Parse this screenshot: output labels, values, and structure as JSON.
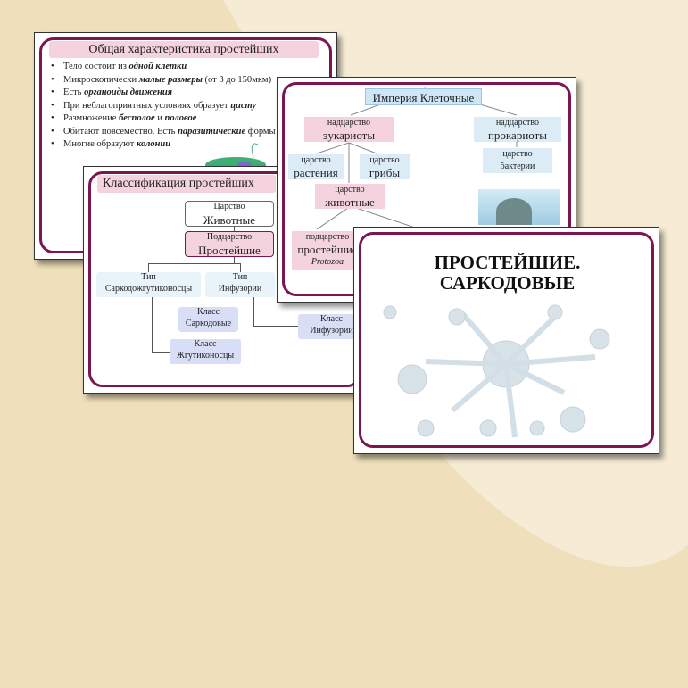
{
  "slide1": {
    "title": "Общая характеристика простейших",
    "bullets": [
      {
        "pre": "Тело состоит из ",
        "em": "одной клетки",
        "post": ""
      },
      {
        "pre": "Микроскопически ",
        "em": "малые размеры",
        "post": " (от 3 до 150мкм)"
      },
      {
        "pre": "Есть ",
        "em": "органоиды движения",
        "post": ""
      },
      {
        "pre": "При неблагоприятных условиях образует ",
        "em": "цисту",
        "post": ""
      },
      {
        "pre": "Размножение ",
        "em": "бесполое",
        "post": " и ",
        "em2": "половое"
      },
      {
        "pre": "Обитают повсеместно. Есть ",
        "em": "паразитические",
        "post": " формы"
      },
      {
        "pre": "Многие образуют ",
        "em": "колонии",
        "post": ""
      }
    ]
  },
  "slide2": {
    "title": "Классификация простейших",
    "kingdom": {
      "l1": "Царство",
      "l2": "Животные"
    },
    "subkingdom": {
      "l1": "Подцарство",
      "l2": "Простейшие"
    },
    "type1": {
      "l1": "Тип",
      "l2": "Саркодожгутиконосцы"
    },
    "type2": {
      "l1": "Тип",
      "l2": "Инфузории"
    },
    "class1": {
      "l1": "Класс",
      "l2": "Саркодовые"
    },
    "class2": {
      "l1": "Класс",
      "l2": "Жгутиконосцы"
    },
    "class3": {
      "l1": "Класс",
      "l2": "Инфузории"
    }
  },
  "slide3": {
    "root": "Империя Клеточные",
    "euk": {
      "l1": "надцарство",
      "l2": "эукариоты"
    },
    "prok": {
      "l1": "надцарство",
      "l2": "прокариоты"
    },
    "plants": {
      "l1": "царство",
      "l2": "растения"
    },
    "fungi": {
      "l1": "царство",
      "l2": "грибы"
    },
    "animals": {
      "l1": "царство",
      "l2": "животные"
    },
    "bacteria": {
      "l1": "царство",
      "l2": "бактерии"
    },
    "protozoa": {
      "l1": "подцарство",
      "l2": "простейшие",
      "l3": "Protozoa"
    }
  },
  "slide4": {
    "title_l1": "ПРОСТЕЙШИЕ.",
    "title_l2": "САРКОДОВЫЕ"
  },
  "colors": {
    "background": "#efdfbb",
    "frame": "#7b1650",
    "pink": "#f4d3de",
    "blue": "#dcecf7"
  }
}
